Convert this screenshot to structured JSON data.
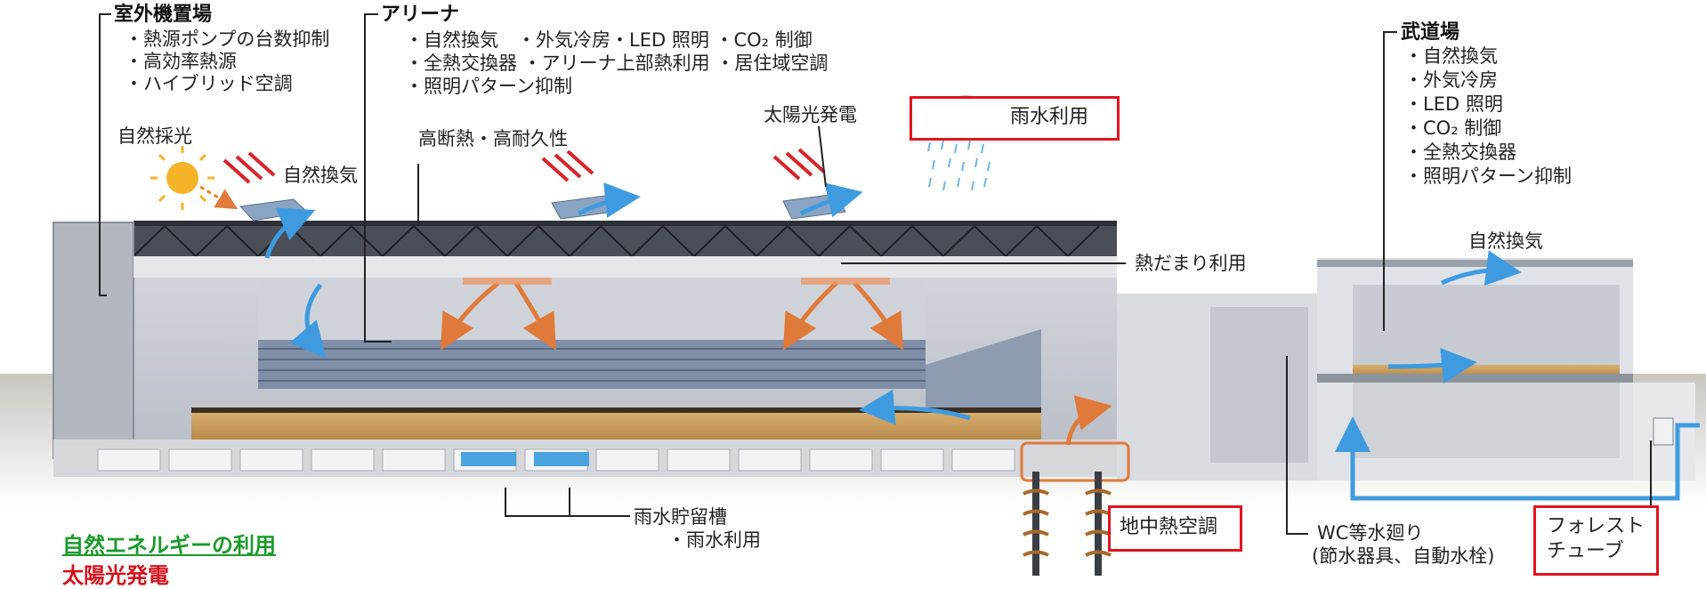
{
  "colors": {
    "highlight_box": "#e0141e",
    "legend_green": "#1c9a2c",
    "legend_red": "#d2121b",
    "airflow": "#3f9be0",
    "heat": "#e07a3a"
  },
  "outdoor_unit": {
    "title": "室外機置場",
    "items": [
      "熱源ポンプの台数抑制",
      "高効率熱源",
      "ハイブリッド空調"
    ]
  },
  "arena": {
    "title": "アリーナ",
    "row1": "・自然換気　・外気冷房・LED 照明 ・CO₂ 制御",
    "row2": "・全熱交換器 ・アリーナ上部熱利用 ・居住域空調",
    "row3": "・照明パターン抑制"
  },
  "budojo": {
    "title": "武道場",
    "items": [
      "自然換気",
      "外気冷房",
      "LED 照明",
      "CO₂ 制御",
      "全熱交換器",
      "照明パターン抑制"
    ]
  },
  "labels": {
    "natural_light": "自然採光",
    "natural_vent_left": "自然換気",
    "insulation": "高断熱・高耐久性",
    "solar_power": "太陽光発電",
    "rainwater_use": "雨水利用",
    "heat_pool": "熱だまり利用",
    "natural_vent_right": "自然換気",
    "rain_tank": "雨水貯留槽",
    "rain_tank_sub": "・雨水利用",
    "geothermal": "地中熱空調",
    "wc_line1": "WC等水廻り",
    "wc_line2": "(節水器具、自動水栓)",
    "forest_tube_line1": "フォレスト",
    "forest_tube_line2": "チューブ"
  },
  "legend": {
    "natural_energy": "自然エネルギーの利用",
    "solar": "太陽光発電"
  },
  "icons": [
    "sun-icon",
    "cloud-icon",
    "rain-icon",
    "solar-panel-icon",
    "airflow-arrow-icon",
    "heat-arrow-icon",
    "geothermal-pipe-icon"
  ]
}
